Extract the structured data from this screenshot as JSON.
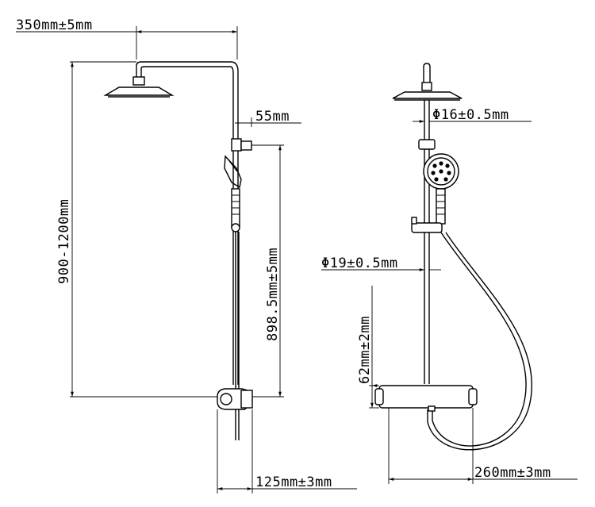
{
  "dimensions": {
    "arm_length": "350mm±5mm",
    "total_height": "900-1200mm",
    "arm_offset": "55mm",
    "bracket_height": "898.5mm±5mm",
    "valve_depth": "125mm±3mm",
    "pipe_diameter_upper": "Φ16±0.5mm",
    "pipe_diameter_lower": "Φ19±0.5mm",
    "valve_height": "62mm±2mm",
    "valve_width": "260mm±3mm"
  }
}
